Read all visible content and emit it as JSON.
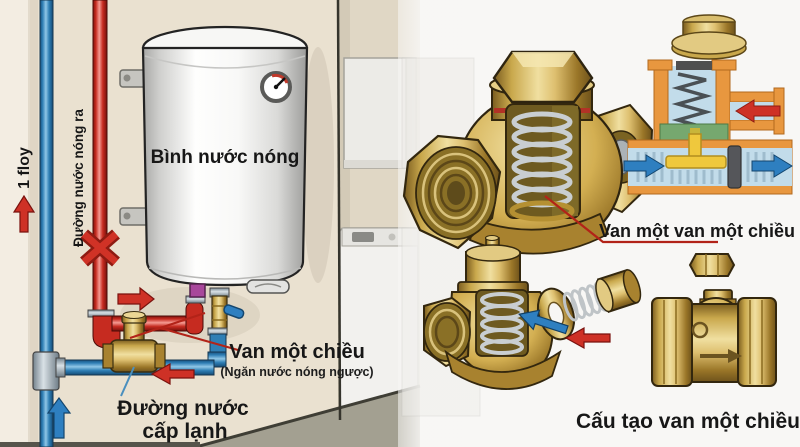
{
  "scene": {
    "left_panel": {
      "pipe_label_vertical": "1 floy",
      "hot_water_out_label": "Đường nước nóng ra",
      "heater_label": "Bình nước nóng",
      "check_valve_label": "Van một chiều",
      "check_valve_note": "(Ngăn nước nóng ngược)",
      "cold_supply_label_line1": "Đường nước",
      "cold_supply_label_line2": "cấp lạnh"
    },
    "right_panel": {
      "valve_pointer_label": "Van một van một chiều",
      "caption": "Cấu tạo van một chiều"
    },
    "colors": {
      "wall": "#EAE1D0",
      "wall_left_strip": "#F3EDE2",
      "wall_far": "#E0D7C5",
      "floor": "#A3A091",
      "pipe_hot": "#C62B20",
      "pipe_cold": "#2F7FB5",
      "brass": "#C9A84C",
      "arrow_red": "#CE3126",
      "arrow_blue": "#2E7FC0",
      "schematic_body": "#E8973F",
      "schematic_interior": "#C2DCEA",
      "schematic_seal": "#76A86F",
      "schematic_poppet": "#EFC83D",
      "pointer_line_red": "#B22318",
      "pointer_line_blue": "#4A8FBE"
    }
  }
}
